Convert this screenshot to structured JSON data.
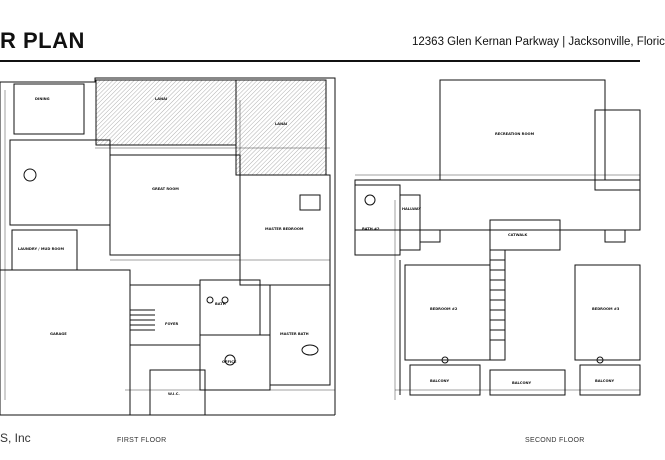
{
  "header": {
    "title": "R PLAN",
    "address": "12363 Glen Kernan Parkway | Jacksonville, Floric"
  },
  "plans": {
    "first_floor": {
      "label": "FIRST FLOOR",
      "rooms": {
        "dining": "DINING",
        "lanai": "LANAI",
        "lanai2": "LANAI",
        "great_room": "GREAT ROOM",
        "master_bedroom": "MASTER BEDROOM",
        "laundry": "LAUNDRY / MUD ROOM",
        "foyer": "FOYER",
        "office": "OFFICE",
        "bath": "BATH",
        "master_bath": "MASTER BATH",
        "wic": "W.I.C.",
        "garage": "GARAGE"
      }
    },
    "second_floor": {
      "label": "SECOND FLOOR",
      "rooms": {
        "recreation": "RECREATION ROOM",
        "bedroom2": "BEDROOM #2",
        "bedroom3": "BEDROOM #3",
        "catwalk": "CATWALK",
        "balcony1": "BALCONY",
        "balcony2": "BALCONY",
        "balcony3": "BALCONY",
        "bath2": "BATH #2",
        "hallway": "HALLWAY"
      }
    }
  },
  "footer": {
    "company": "S, Inc"
  },
  "colors": {
    "ink": "#111111",
    "hatch": "#9a9a9a",
    "rule": "#111111"
  }
}
